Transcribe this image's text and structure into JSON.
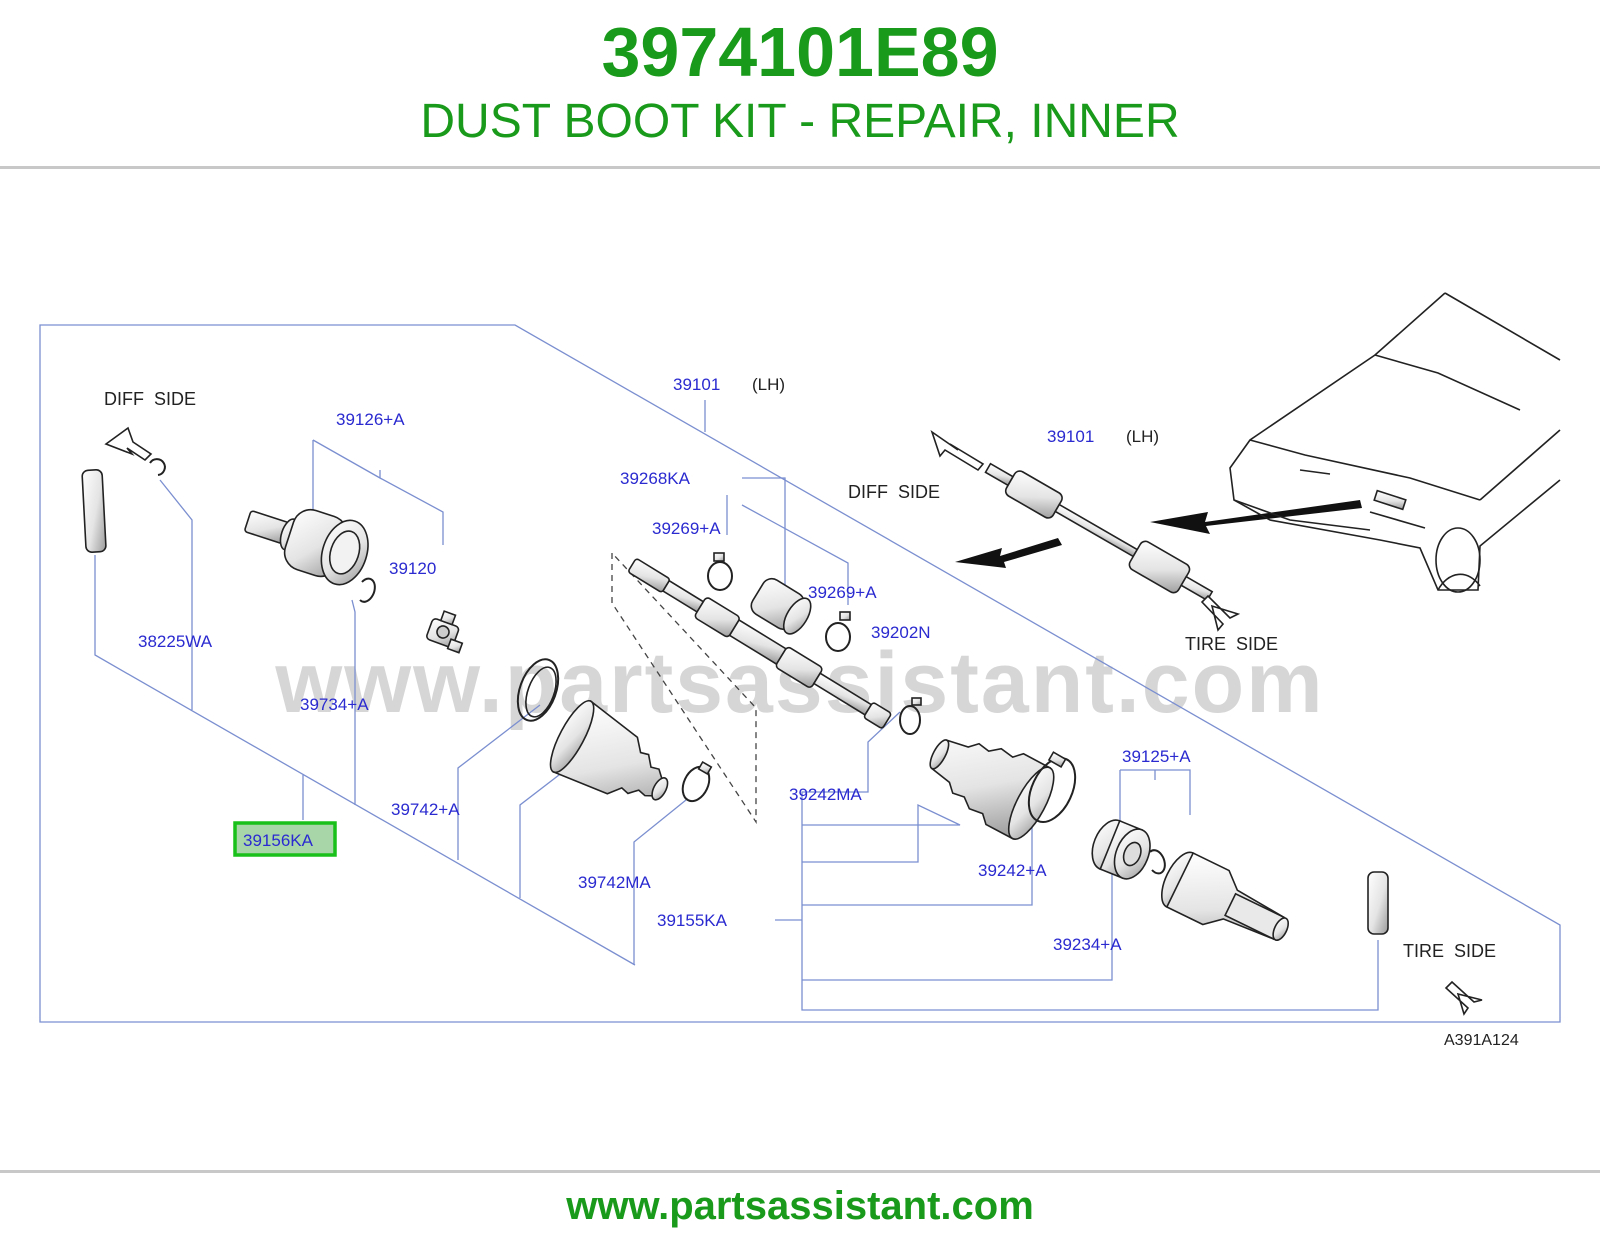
{
  "header": {
    "part_number": "3974101E89",
    "description": "DUST BOOT KIT - REPAIR, INNER"
  },
  "footer": {
    "url": "www.partsassistant.com"
  },
  "watermark": "www.partsassistant.com",
  "colors": {
    "brand_green": "#1a9a1a",
    "label_blue": "#2a2ad0",
    "line_blue": "#6a7ec8",
    "highlight_green": "#19c019",
    "highlight_fill": "#a9d6a9",
    "watermark_gray": "#d6d6d6"
  },
  "diagram": {
    "code": "A391A124",
    "side_labels": {
      "diff_side_left": "DIFF  SIDE",
      "diff_side_inset": "DIFF  SIDE",
      "tire_side_inset": "TIRE  SIDE",
      "tire_side_right": "TIRE  SIDE"
    },
    "assembly": {
      "number": "39101",
      "side": "(LH)"
    },
    "inset_assembly": {
      "number": "39101",
      "side": "(LH)"
    },
    "highlighted_part": "39156KA",
    "parts": {
      "p39126A": "39126+A",
      "p39120": "39120",
      "p38225WA": "38225WA",
      "p39734A": "39734+A",
      "p39742A": "39742+A",
      "p39742MA": "39742MA",
      "p39155KA": "39155KA",
      "p39268KA": "39268KA",
      "p39269A_1": "39269+A",
      "p39269A_2": "39269+A",
      "p39202N": "39202N",
      "p39242MA": "39242MA",
      "p39242A": "39242+A",
      "p39125A": "39125+A",
      "p39234A": "39234+A"
    }
  }
}
